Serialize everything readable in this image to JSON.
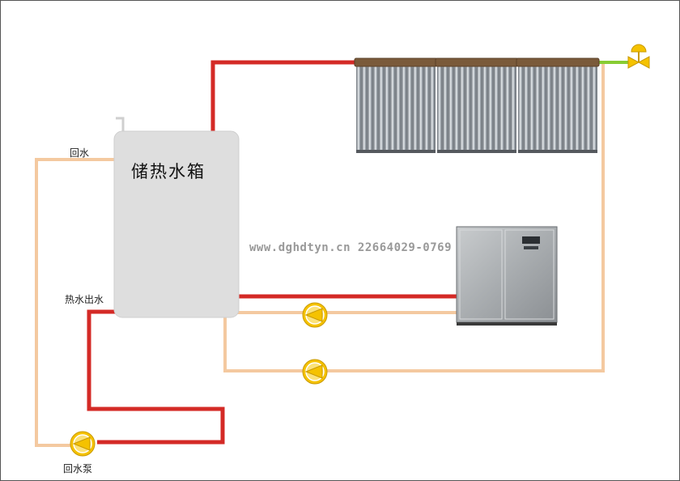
{
  "labels": {
    "tank": "储热水箱",
    "return_water": "回水",
    "hot_water_out": "热水出水",
    "return_pump": "回水泵"
  },
  "watermark": "www.dghdtyn.cn 22664029-0769",
  "colors": {
    "hot_pipe": "#d42a26",
    "cold_pipe": "#f4c9a0",
    "green_pipe": "#88cc33",
    "pump": "#f5c200",
    "tank": "#dedede",
    "valve": "#f5c200"
  },
  "components": {
    "solar_panels": 3,
    "pumps": 3,
    "heat_pump_unit": 1,
    "valve": 1
  }
}
